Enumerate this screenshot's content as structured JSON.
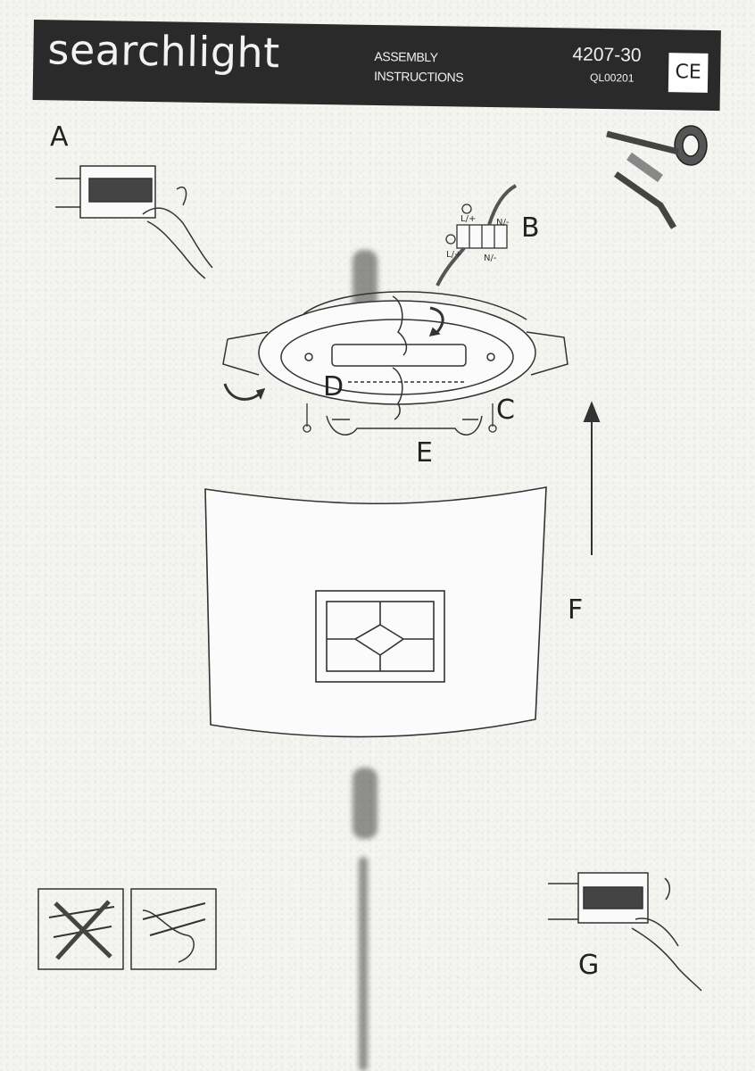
{
  "header": {
    "brand": "searchlight",
    "title_line1": "ASSEMBLY",
    "title_line2": "INSTRUCTIONS",
    "model": "4207-30",
    "code": "QL00201",
    "mark": "CE"
  },
  "steps": {
    "a": "A",
    "b": "B",
    "c": "C",
    "d": "D",
    "e": "E",
    "f": "F",
    "g": "G"
  },
  "wiring": {
    "live_top": "L/+",
    "neutral_top": "N/-",
    "live_bottom": "L/+",
    "neutral_bottom": "N/-"
  },
  "icons": [
    "fuse-box-icon",
    "insulation-tape-icon",
    "terminal-block-icon",
    "ceiling-base-icon",
    "screw-icon",
    "clip-icon",
    "lamp-shade-icon",
    "up-arrow-icon",
    "bulb-handling-icon"
  ]
}
